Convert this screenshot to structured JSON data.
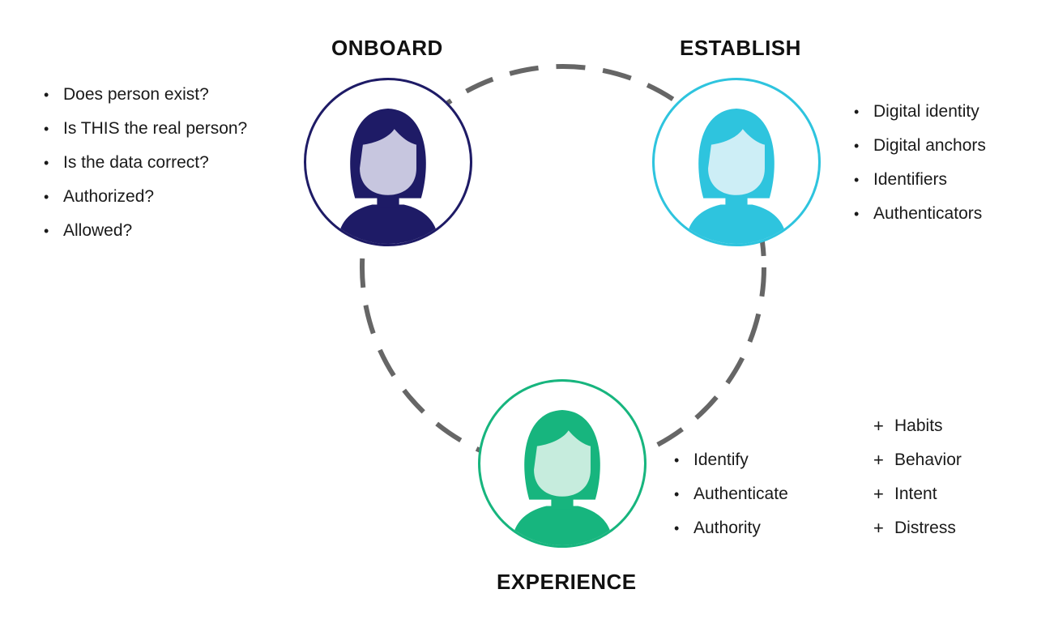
{
  "colors": {
    "onboard_dark": "#1e1b66",
    "onboard_face": "#c7c6df",
    "establish_dark": "#2ec4de",
    "establish_face": "#cdeef6",
    "experience_dark": "#17b57e",
    "experience_face": "#c6ecdd",
    "dashed_ring": "#666666"
  },
  "stages": {
    "onboard": {
      "title": "ONBOARD",
      "icon": "person-icon",
      "items": [
        "Does person exist?",
        "Is THIS the real person?",
        "Is the data correct?",
        "Authorized?",
        "Allowed?"
      ]
    },
    "establish": {
      "title": "ESTABLISH",
      "icon": "person-icon",
      "items": [
        "Digital identity",
        "Digital anchors",
        "Identifiers",
        "Authenticators"
      ]
    },
    "experience": {
      "title": "EXPERIENCE",
      "icon": "person-icon",
      "items": [
        "Identify",
        "Authenticate",
        "Authority"
      ],
      "plus_items": [
        "Habits",
        "Behavior",
        "Intent",
        "Distress"
      ]
    }
  },
  "markers": {
    "bullet": "•",
    "plus": "+"
  }
}
